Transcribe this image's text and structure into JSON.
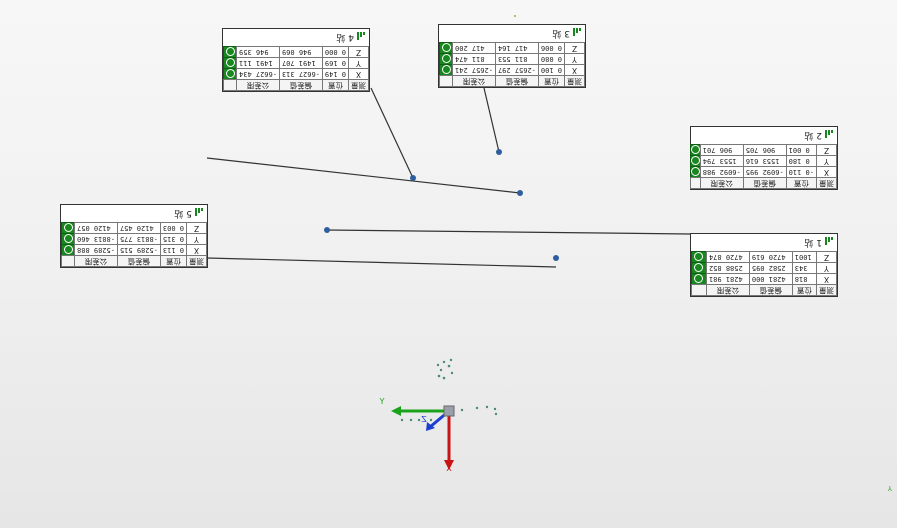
{
  "scene": {
    "axis_labels": {
      "x": "X",
      "y": "Y",
      "z": "Z"
    },
    "corner_axis_label": "Y",
    "colors": {
      "x_axis": "#c81414",
      "y_axis": "#1aa31a",
      "z_axis": "#1a3fd1",
      "status": "#18871f",
      "node": "#2e5e9e"
    }
  },
  "cards": [
    {
      "label": "1 站",
      "header": [
        "测量",
        "位置",
        "偏差值",
        "公差限"
      ],
      "rows": [
        {
          "axis": "X",
          "values": [
            "818",
            "4281 000",
            "4281 981"
          ]
        },
        {
          "axis": "Y",
          "values": [
            "343",
            "2582 095",
            "2588 852"
          ]
        },
        {
          "axis": "Z",
          "values": [
            "1001",
            "4720 619",
            "4720 874"
          ]
        }
      ]
    },
    {
      "label": "2 站",
      "header": [
        "测量",
        "位置",
        "偏差值",
        "公差限"
      ],
      "rows": [
        {
          "axis": "X",
          "values": [
            "-0 110",
            "-6092 995",
            "-6092 988"
          ]
        },
        {
          "axis": "Y",
          "values": [
            "0 180",
            "1553 616",
            "1553 794"
          ]
        },
        {
          "axis": "Z",
          "values": [
            "0 001",
            "906 705",
            "906 701"
          ]
        }
      ]
    },
    {
      "label": "3 站",
      "header": [
        "测量",
        "位置",
        "偏差值",
        "公差限"
      ],
      "rows": [
        {
          "axis": "X",
          "values": [
            "0 100",
            "-2657 297",
            "-2657 241"
          ]
        },
        {
          "axis": "Y",
          "values": [
            "0 080",
            "811 553",
            "811 474"
          ]
        },
        {
          "axis": "Z",
          "values": [
            "0 006",
            "417 164",
            "417 200"
          ]
        }
      ]
    },
    {
      "label": "4 站",
      "header": [
        "测量",
        "位置",
        "偏差值",
        "公差限"
      ],
      "rows": [
        {
          "axis": "X",
          "values": [
            "0 149",
            "-6627 313",
            "-6627 434"
          ]
        },
        {
          "axis": "Y",
          "values": [
            "0 169",
            "1491 707",
            "1491 111"
          ]
        },
        {
          "axis": "Z",
          "values": [
            "0 000",
            "946 069",
            "946 359"
          ]
        }
      ]
    },
    {
      "label": "5 站",
      "header": [
        "测量",
        "位置",
        "偏差值",
        "公差限"
      ],
      "rows": [
        {
          "axis": "X",
          "values": [
            "0 113",
            "-5289 515",
            "-5289 888"
          ]
        },
        {
          "axis": "Y",
          "values": [
            "0 315",
            "-8813 775",
            "-8813 460"
          ]
        },
        {
          "axis": "Z",
          "values": [
            "0 003",
            "4120 457",
            "4120 057"
          ]
        }
      ]
    }
  ]
}
